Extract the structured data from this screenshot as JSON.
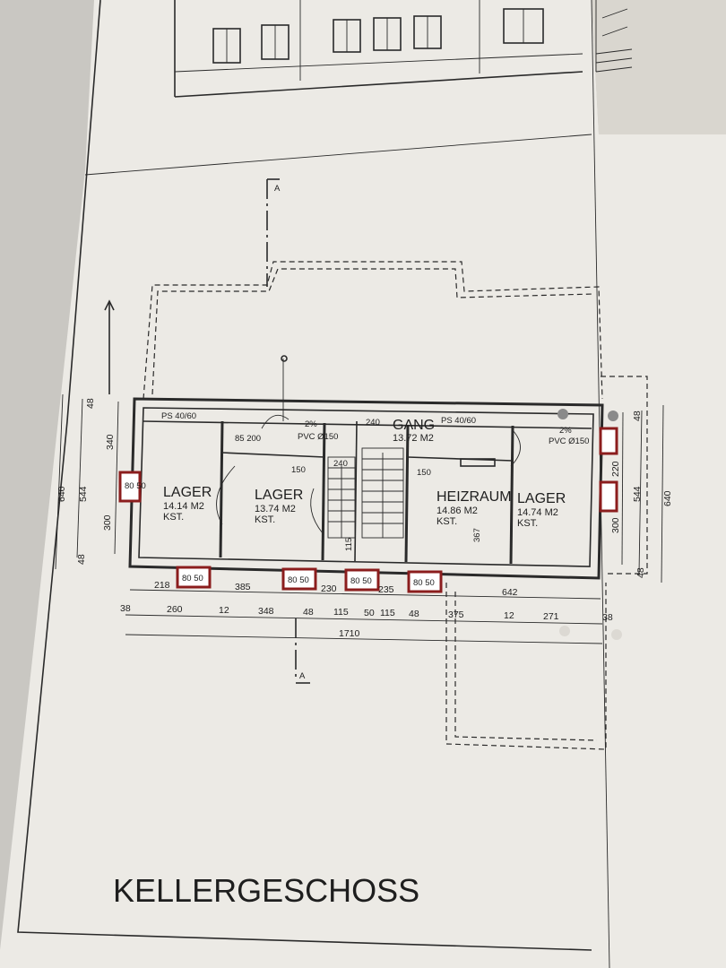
{
  "title": "KELLERGESCHOSS",
  "section_label": "A",
  "rooms": [
    {
      "name": "LAGER",
      "area": "14.14 M2",
      "type": "KST."
    },
    {
      "name": "LAGER",
      "area": "13.74 M2",
      "type": "KST."
    },
    {
      "name": "GANG",
      "area": "13.72 M2",
      "type": ""
    },
    {
      "name": "HEIZRAUM",
      "area": "14.86 M2",
      "type": "KST."
    },
    {
      "name": "LAGER",
      "area": "14.74 M2",
      "type": "KST."
    }
  ],
  "annotations": {
    "ps_left": "PS 40/60",
    "ps_right": "PS 40/60",
    "pvc_left": "PVC Ø150",
    "pvc_right": "PVC Ø150",
    "slope_left": "2%",
    "slope_right": "2%",
    "d150_a": "150",
    "d150_b": "150",
    "d240_a": "240",
    "d240_b": "240",
    "v367": "367",
    "v115": "115",
    "v85_200": "85 200",
    "window": "80 50"
  },
  "dims_left": [
    "640",
    "544",
    "340",
    "300",
    "48",
    "48"
  ],
  "dims_right": [
    "640",
    "544",
    "220",
    "300",
    "48",
    "48"
  ],
  "dims_row1": [
    "218",
    "385",
    "230",
    "235",
    "642"
  ],
  "dims_row2": [
    "38",
    "260",
    "12",
    "348",
    "48",
    "115",
    "50",
    "115",
    "48",
    "375",
    "12",
    "271",
    "38"
  ],
  "dims_total": "1710"
}
